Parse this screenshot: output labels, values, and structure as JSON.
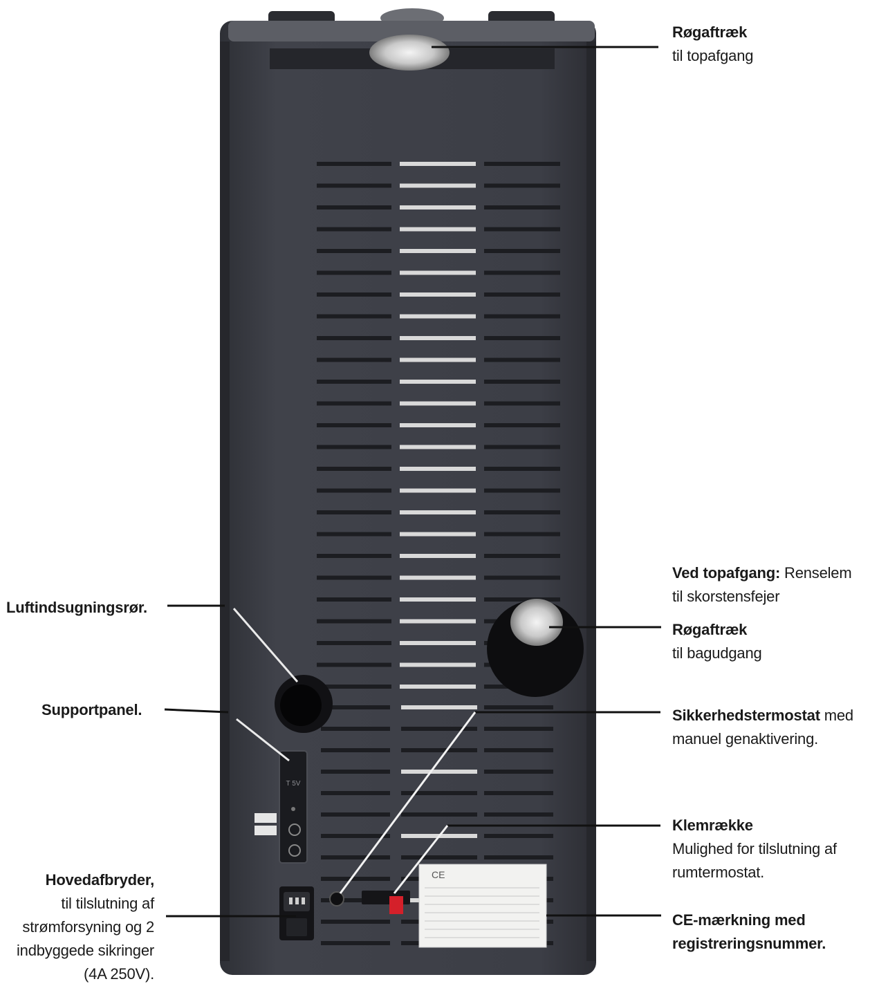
{
  "callouts": {
    "flue_top": {
      "title": "Røgaftræk",
      "desc": "til topafgang"
    },
    "cleaning_hatch": {
      "title": "Ved topafgang:",
      "desc_inline": " Renselem",
      "desc2": "til skorstensfejer"
    },
    "flue_rear": {
      "title": "Røgaftræk",
      "desc": "til bagudgang"
    },
    "safety_thermostat": {
      "title": "Sikkerhedstermostat",
      "desc_inline": " med",
      "desc2": "manuel genaktivering."
    },
    "terminal_block": {
      "title": "Klemrække",
      "desc": "Mulighed for tilslutning af",
      "desc2": "rumtermostat."
    },
    "ce_marking": {
      "title": "CE-mærkning med",
      "title2": "registreringsnummer."
    },
    "air_intake": {
      "title": "Luftindsugningsrør."
    },
    "support_panel": {
      "title": "Supportpanel."
    },
    "main_switch": {
      "title": "Hovedafbryder,",
      "desc": "til tilslutning af",
      "desc2": "strømforsyning og 2",
      "desc3": "indbyggede sikringer",
      "desc4": "(4A 250V)."
    }
  },
  "panel_text": {
    "voltage": "T 5V"
  },
  "colors": {
    "body": "#3b3d45",
    "frame": "#2a2b30",
    "vent": "#1f2024",
    "plate": "#f2f2f0"
  }
}
